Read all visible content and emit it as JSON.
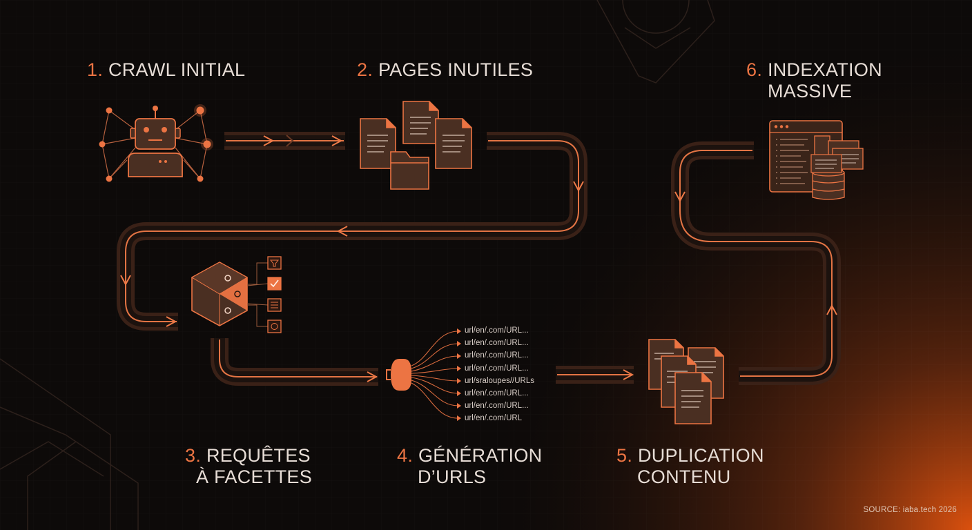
{
  "steps": [
    {
      "num": "1.",
      "line1": "CRAWL INITIAL",
      "line2": ""
    },
    {
      "num": "2.",
      "line1": "PAGES INUTILES",
      "line2": ""
    },
    {
      "num": "3.",
      "line1": "REQUÊTES",
      "line2": "À FACETTES"
    },
    {
      "num": "4.",
      "line1": "GÉNÉRATION",
      "line2": "D’URLS"
    },
    {
      "num": "5.",
      "line1": "DUPLICATION",
      "line2": "CONTENU"
    },
    {
      "num": "6.",
      "line1": "INDEXATION",
      "line2": "MASSIVE"
    }
  ],
  "urls": [
    "url/en/.com/URL...",
    "url/en/.com/URL...",
    "url/en/.com/URL...",
    "url/en/.com/URL...",
    "url/sraloupes//URLs",
    "url/en/.com/URL...",
    "url/en/.com/URL...",
    "url/en/.com/URL"
  ],
  "source": "SOURCE: iaba.tech 2026",
  "icons": [
    "robot-icon",
    "documents-folder-icon",
    "facet-cube-icon",
    "url-fan-icon",
    "duplicate-documents-icon",
    "index-database-icon"
  ],
  "colors": {
    "accent": "#ec7443",
    "background": "#0d0a09",
    "text": "#e7ddd6",
    "tube": "#3a2117",
    "icon_fill": "#4a2f22"
  }
}
